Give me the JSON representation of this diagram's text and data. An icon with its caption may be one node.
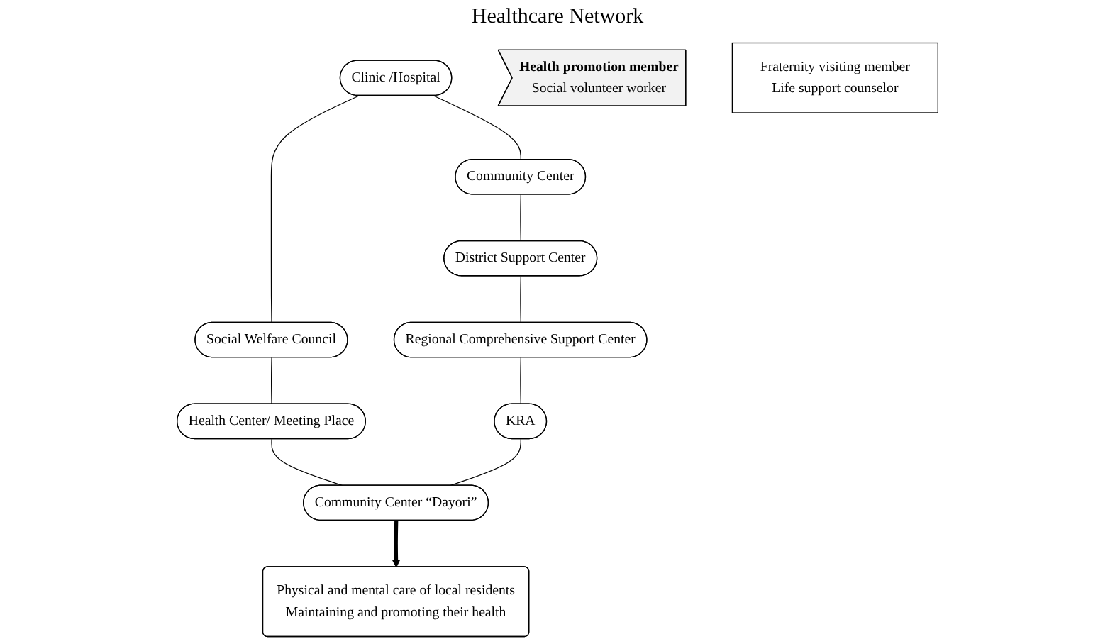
{
  "diagram": {
    "nodes": [
      {
        "text": [
          "Community Center"
        ]
      },
      {
        "text": [
          "Clinic /Hospital"
        ]
      },
      {
        "text": [
          "District Support Center"
        ]
      },
      {
        "text": [
          "Social Welfare Council"
        ]
      },
      {
        "text": [
          "Regional Comprehensive Support Center"
        ]
      },
      {
        "text": [
          "Health Center/ Meeting Place"
        ]
      },
      {
        "text": [
          "KRA"
        ]
      },
      {
        "text": [
          "Community Center “Dayori”"
        ]
      },
      {
        "text": [
          "**Health promotion member**",
          "Social volunteer worker"
        ]
      },
      {
        "text": [
          "Fraternity visiting member",
          "Life support counselor"
        ]
      },
      {
        "text": [
          "Physical and mental care of local residents",
          "Maintaining and promoting their health"
        ]
      }
    ],
    "edges": [
      {
        "from": 1,
        "to": 0,
        "arrow": "none"
      },
      {
        "from": 0,
        "to": 2,
        "arrow": "none"
      },
      {
        "from": 1,
        "to": 3,
        "arrow": "none"
      },
      {
        "from": 2,
        "to": 4,
        "arrow": "none"
      },
      {
        "from": 3,
        "to": 5,
        "arrow": "none"
      },
      {
        "from": 4,
        "to": 6,
        "arrow": "none"
      },
      {
        "from": 5,
        "to": 7,
        "arrow": "none"
      },
      {
        "from": 6,
        "to": 7,
        "arrow": "none"
      },
      {
        "from": 7,
        "to": 10,
        "arrow": "to",
        "style": "thick"
      }
    ],
    "labels": [
      "Healthcare Network"
    ]
  }
}
